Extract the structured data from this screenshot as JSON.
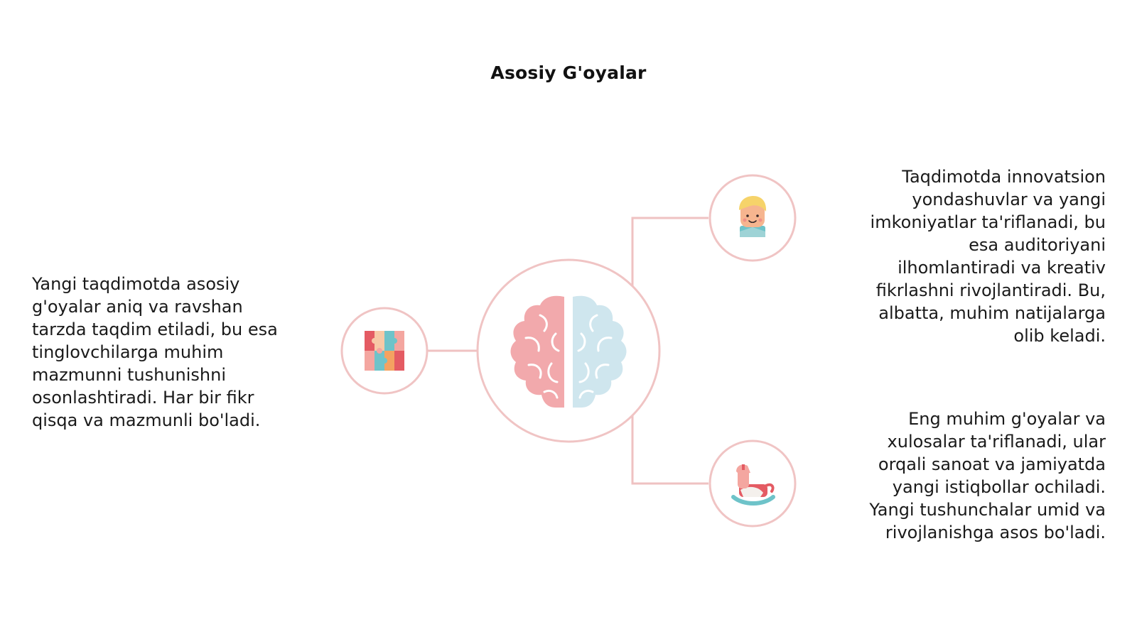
{
  "slide": {
    "title": "Asosiy G'oyalar"
  },
  "blocks": {
    "left": "Yangi taqdimotda asosiy\ng'oyalar aniq va ravshan\ntarzda taqdim etiladi, bu esa\ntinglovchilarga muhim\nmazmunni tushunishni\nosonlashtiradi. Har bir fikr\nqisqa va mazmunli bo'ladi.",
    "right_top": "Taqdimotda innovatsion\nyondashuvlar va yangi\nimkoniyatlar ta'riflanadi, bu\nesa auditoriyani\nilhomlantiradi va kreativ\nfikrlashni rivojlantiradi. Bu,\nalbatta, muhim natijalarga\nolib keladi.",
    "right_bottom": "Eng muhim g'oyalar va\nxulosalar ta'riflanadi, ular\norqali sanoat va jamiyatda\nyangi istiqbollar ochiladi.\nYangi tushunchalar umid va\nrivojlanishga asos bo'ladi."
  },
  "icons": {
    "center": "brain-icon",
    "left": "puzzle-icon",
    "right_top": "child-face-icon",
    "right_bottom": "rocking-horse-icon"
  },
  "colors": {
    "ring": "#f0c4c4",
    "connector": "#efc2c2",
    "brain_left": "#f2a9ac",
    "brain_right": "#cfe6ee",
    "accent_teal": "#6ec3c9",
    "accent_red": "#e45b63",
    "accent_orange": "#f4a261"
  }
}
